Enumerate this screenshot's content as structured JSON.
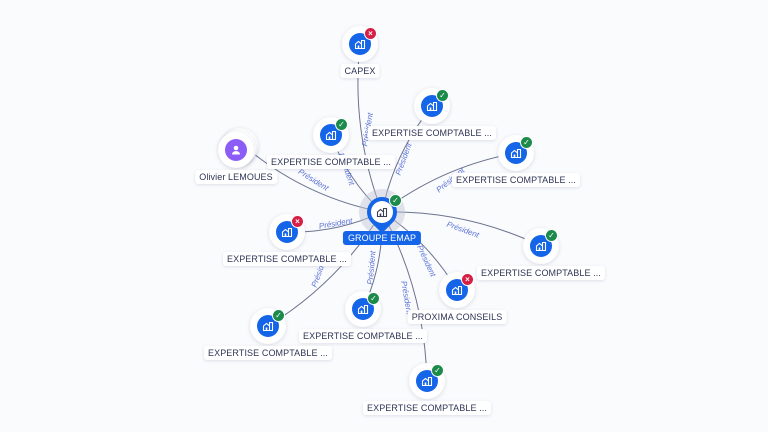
{
  "center": {
    "label": "GROUPE EMAP",
    "icon": "building-icon",
    "status": "active"
  },
  "edge_label": "Président",
  "person_node": {
    "label": "Olivier LEMOUES",
    "icon": "person-icon"
  },
  "companies": [
    {
      "label": "CAPEX",
      "status": "inactive"
    },
    {
      "label": "EXPERTISE COMPTABLE ...",
      "status": "active"
    },
    {
      "label": "EXPERTISE COMPTABLE ...",
      "status": "active"
    },
    {
      "label": "EXPERTISE COMPTABLE ...",
      "status": "active"
    },
    {
      "label": "EXPERTISE COMPTABLE ...",
      "status": "inactive"
    },
    {
      "label": "EXPERTISE COMPTABLE ...",
      "status": "active"
    },
    {
      "label": "PROXIMA CONSEILS",
      "status": "inactive"
    },
    {
      "label": "EXPERTISE COMPTABLE ...",
      "status": "active"
    },
    {
      "label": "EXPERTISE COMPTABLE ...",
      "status": "active"
    },
    {
      "label": "EXPERTISE COMPTABLE ...",
      "status": "active"
    }
  ],
  "colors": {
    "company": "#1565e8",
    "person": "#8b5cf6",
    "active": "#1b8a4a",
    "inactive": "#d51f45",
    "edge_label": "#5b72d8"
  }
}
